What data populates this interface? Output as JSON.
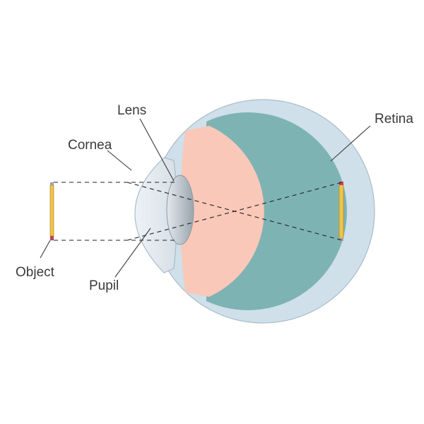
{
  "labels": {
    "lens": "Lens",
    "cornea": "Cornea",
    "retina": "Retina",
    "object": "Object",
    "pupil": "Pupil"
  },
  "colors": {
    "sclera": "#cfe0ea",
    "sclera_stroke": "#a9bcc8",
    "choroid": "#7eb3b3",
    "vitreous": "#f9c8b8",
    "lens": "#c9d2da",
    "cornea_fill": "#e6edf3",
    "pencil": "#f0c34a",
    "pencil_tip": "#c0415a",
    "text": "#3a3a3a"
  }
}
